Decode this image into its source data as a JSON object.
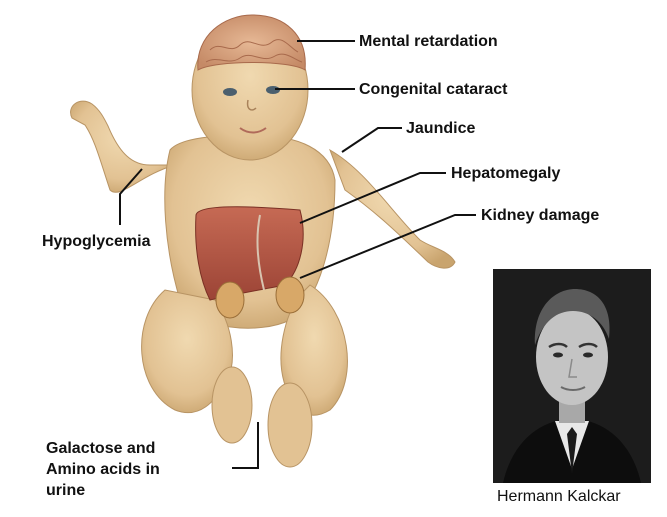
{
  "labels": {
    "mental_retardation": "Mental retardation",
    "congenital_cataract": "Congenital cataract",
    "jaundice": "Jaundice",
    "hepatomegaly": "Hepatomegaly",
    "kidney_damage": "Kidney damage",
    "hypoglycemia": "Hypoglycemia",
    "urine_line1": "Galactose and",
    "urine_line2": "Amino acids in",
    "urine_line3": "urine"
  },
  "photo": {
    "caption": "Hermann Kalckar"
  },
  "colors": {
    "skin": "#e6c99c",
    "skin_shadow": "#c9a774",
    "brain": "#d7a07c",
    "liver": "#b85a48",
    "kidney": "#d8a868",
    "leader_line": "#111111"
  }
}
